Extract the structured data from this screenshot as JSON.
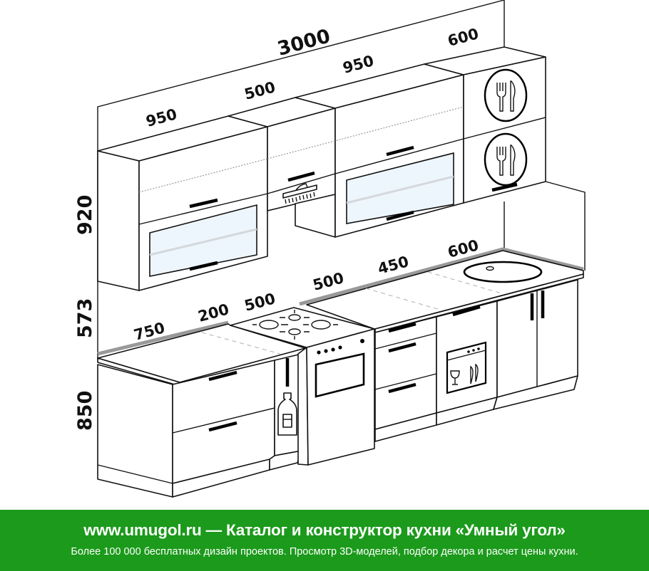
{
  "dimensions": {
    "total_width": "3000",
    "upper": [
      "950",
      "500",
      "950",
      "600"
    ],
    "heights": [
      "920",
      "573",
      "850"
    ],
    "lower_left": [
      "750",
      "200",
      "500"
    ],
    "lower_right": [
      "500",
      "450",
      "600"
    ]
  },
  "icons": [
    "cutlery-icon",
    "cutlery-icon",
    "range-hood-icon",
    "bottle-icon",
    "dishwasher-icon",
    "gas-hob-icon",
    "oven-icon",
    "sink-icon"
  ],
  "footer": {
    "line1": "www.umugol.ru — Каталог и конструктор кухни «Умный угол»",
    "line2": "Более 100 000 бесплатных дизайн проектов. Просмотр 3D-моделей, подбор декора и расчет цены кухни.",
    "background_color": "#1b9a1b"
  }
}
